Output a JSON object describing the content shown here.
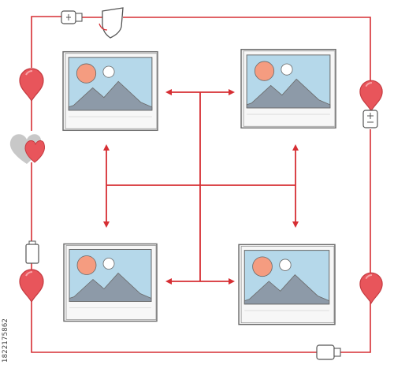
{
  "image_id_text": "1822175862",
  "colors": {
    "connector": "#d62e33",
    "pin": "#e8555b",
    "pin_stroke": "#c43a40",
    "photo_sky": "#b5d8ea",
    "photo_sun": "#f59c80",
    "photo_moon": "#ffffff",
    "photo_mountain": "#8d9aa8",
    "frame": "#f7f7f7",
    "frame_stroke": "#6a6a6a",
    "heart_gray": "#c8c8c8"
  },
  "photos": [
    {
      "name": "photo-frame-top-left",
      "icon": "image-icon"
    },
    {
      "name": "photo-frame-top-right",
      "icon": "image-icon"
    },
    {
      "name": "photo-frame-bottom-left",
      "icon": "image-icon"
    },
    {
      "name": "photo-frame-bottom-right",
      "icon": "image-icon"
    }
  ],
  "decorations": [
    "usb-plug-icon",
    "shield-icon",
    "location-pin-icon",
    "heart-icon",
    "battery-icon"
  ]
}
